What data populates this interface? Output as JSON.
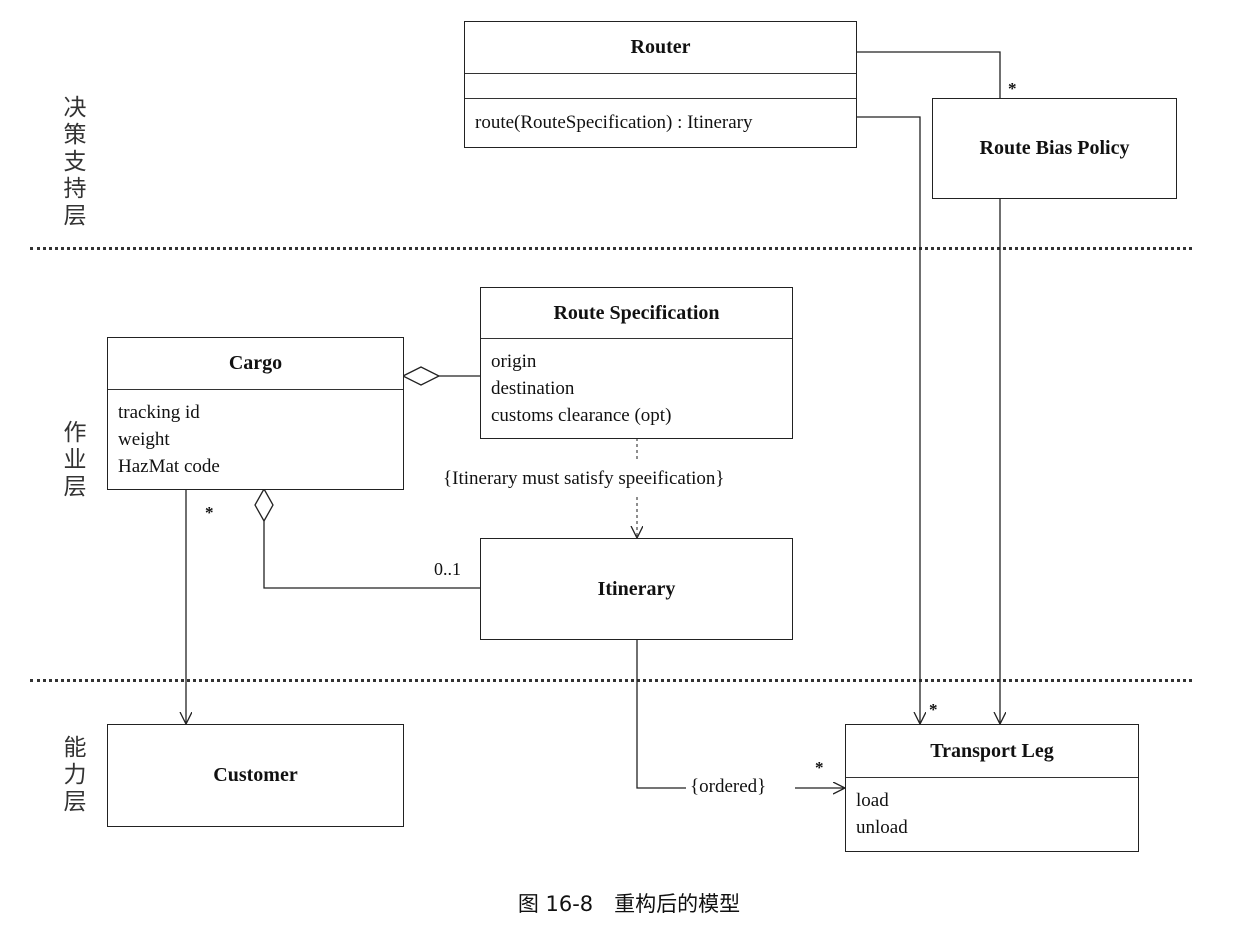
{
  "layers": {
    "decision": "决策支持层",
    "operation": "作业层",
    "capability": "能力层"
  },
  "classes": {
    "router": {
      "name": "Router",
      "operation": "route(RouteSpecification) : Itinerary"
    },
    "route_bias_policy": {
      "name": "Route Bias Policy"
    },
    "route_specification": {
      "name": "Route Specification",
      "attributes": [
        "origin",
        "destination",
        "customs clearance (opt)"
      ]
    },
    "cargo": {
      "name": "Cargo",
      "attributes": [
        "tracking id",
        "weight",
        "HazMat code"
      ]
    },
    "itinerary": {
      "name": "Itinerary"
    },
    "customer": {
      "name": "Customer"
    },
    "transport_leg": {
      "name": "Transport Leg",
      "operations": [
        "load",
        "unload"
      ]
    }
  },
  "constraints": {
    "itinerary_spec": "{Itinerary must satisfy speeification}",
    "ordered": "{ordered}"
  },
  "multiplicities": {
    "router_policy": "*",
    "cargo_customer": "*",
    "cargo_itinerary": "0..1",
    "leg_from_router": "*",
    "leg_from_itinerary": "*"
  },
  "caption": "图 16-8　重构后的模型",
  "colors": {
    "line": "#222222",
    "background": "#ffffff"
  }
}
